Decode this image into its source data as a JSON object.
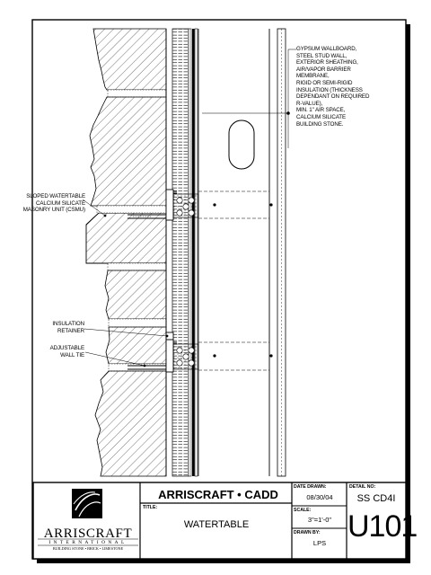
{
  "notes": {
    "right": [
      "GYPSUM WALLBOARD,",
      "STEEL STUD WALL,",
      "EXTERIOR SHEATHING,",
      "AIR/VAPOR BARRIER",
      "MEMBRANE,",
      "RIGID OR SEMI-RIGID",
      "INSULATION (THICKNESS",
      "DEPENDANT ON REQUIRED",
      "R-VALUE),",
      "MIN. 1\" AIR SPACE,",
      "CALCIUM SILICATE",
      "BUILDING STONE."
    ],
    "watertable": [
      "SLOPED WATERTABLE",
      "CALCIUM SILICATE",
      "MASONRY UNIT (CSMU)"
    ],
    "insulation_retainer": [
      "INSULATION",
      "RETAINER"
    ],
    "wall_tie": [
      "ADJUSTABLE",
      "WALL TIE"
    ]
  },
  "title_block": {
    "logo_name": "ARRISCRAFT",
    "logo_sub": "INTERNATIONAL",
    "logo_tagline": "BUILDING STONE • BRICK • LIMESTONE",
    "company": "ARRISCRAFT • CADD",
    "title_label": "TITLE:",
    "title": "WATERTABLE",
    "date_label": "DATE DRAWN:",
    "date": "08/30/04",
    "scale_label": "SCALE:",
    "scale": "3\"=1'-0\"",
    "drawn_label": "DRAWN BY:",
    "drawn_by": "LPS",
    "detail_label": "DETAIL No:",
    "detail_code": "SS CD4I",
    "detail_number": "U101"
  },
  "colors": {
    "line": "#000000",
    "background": "#ffffff"
  }
}
